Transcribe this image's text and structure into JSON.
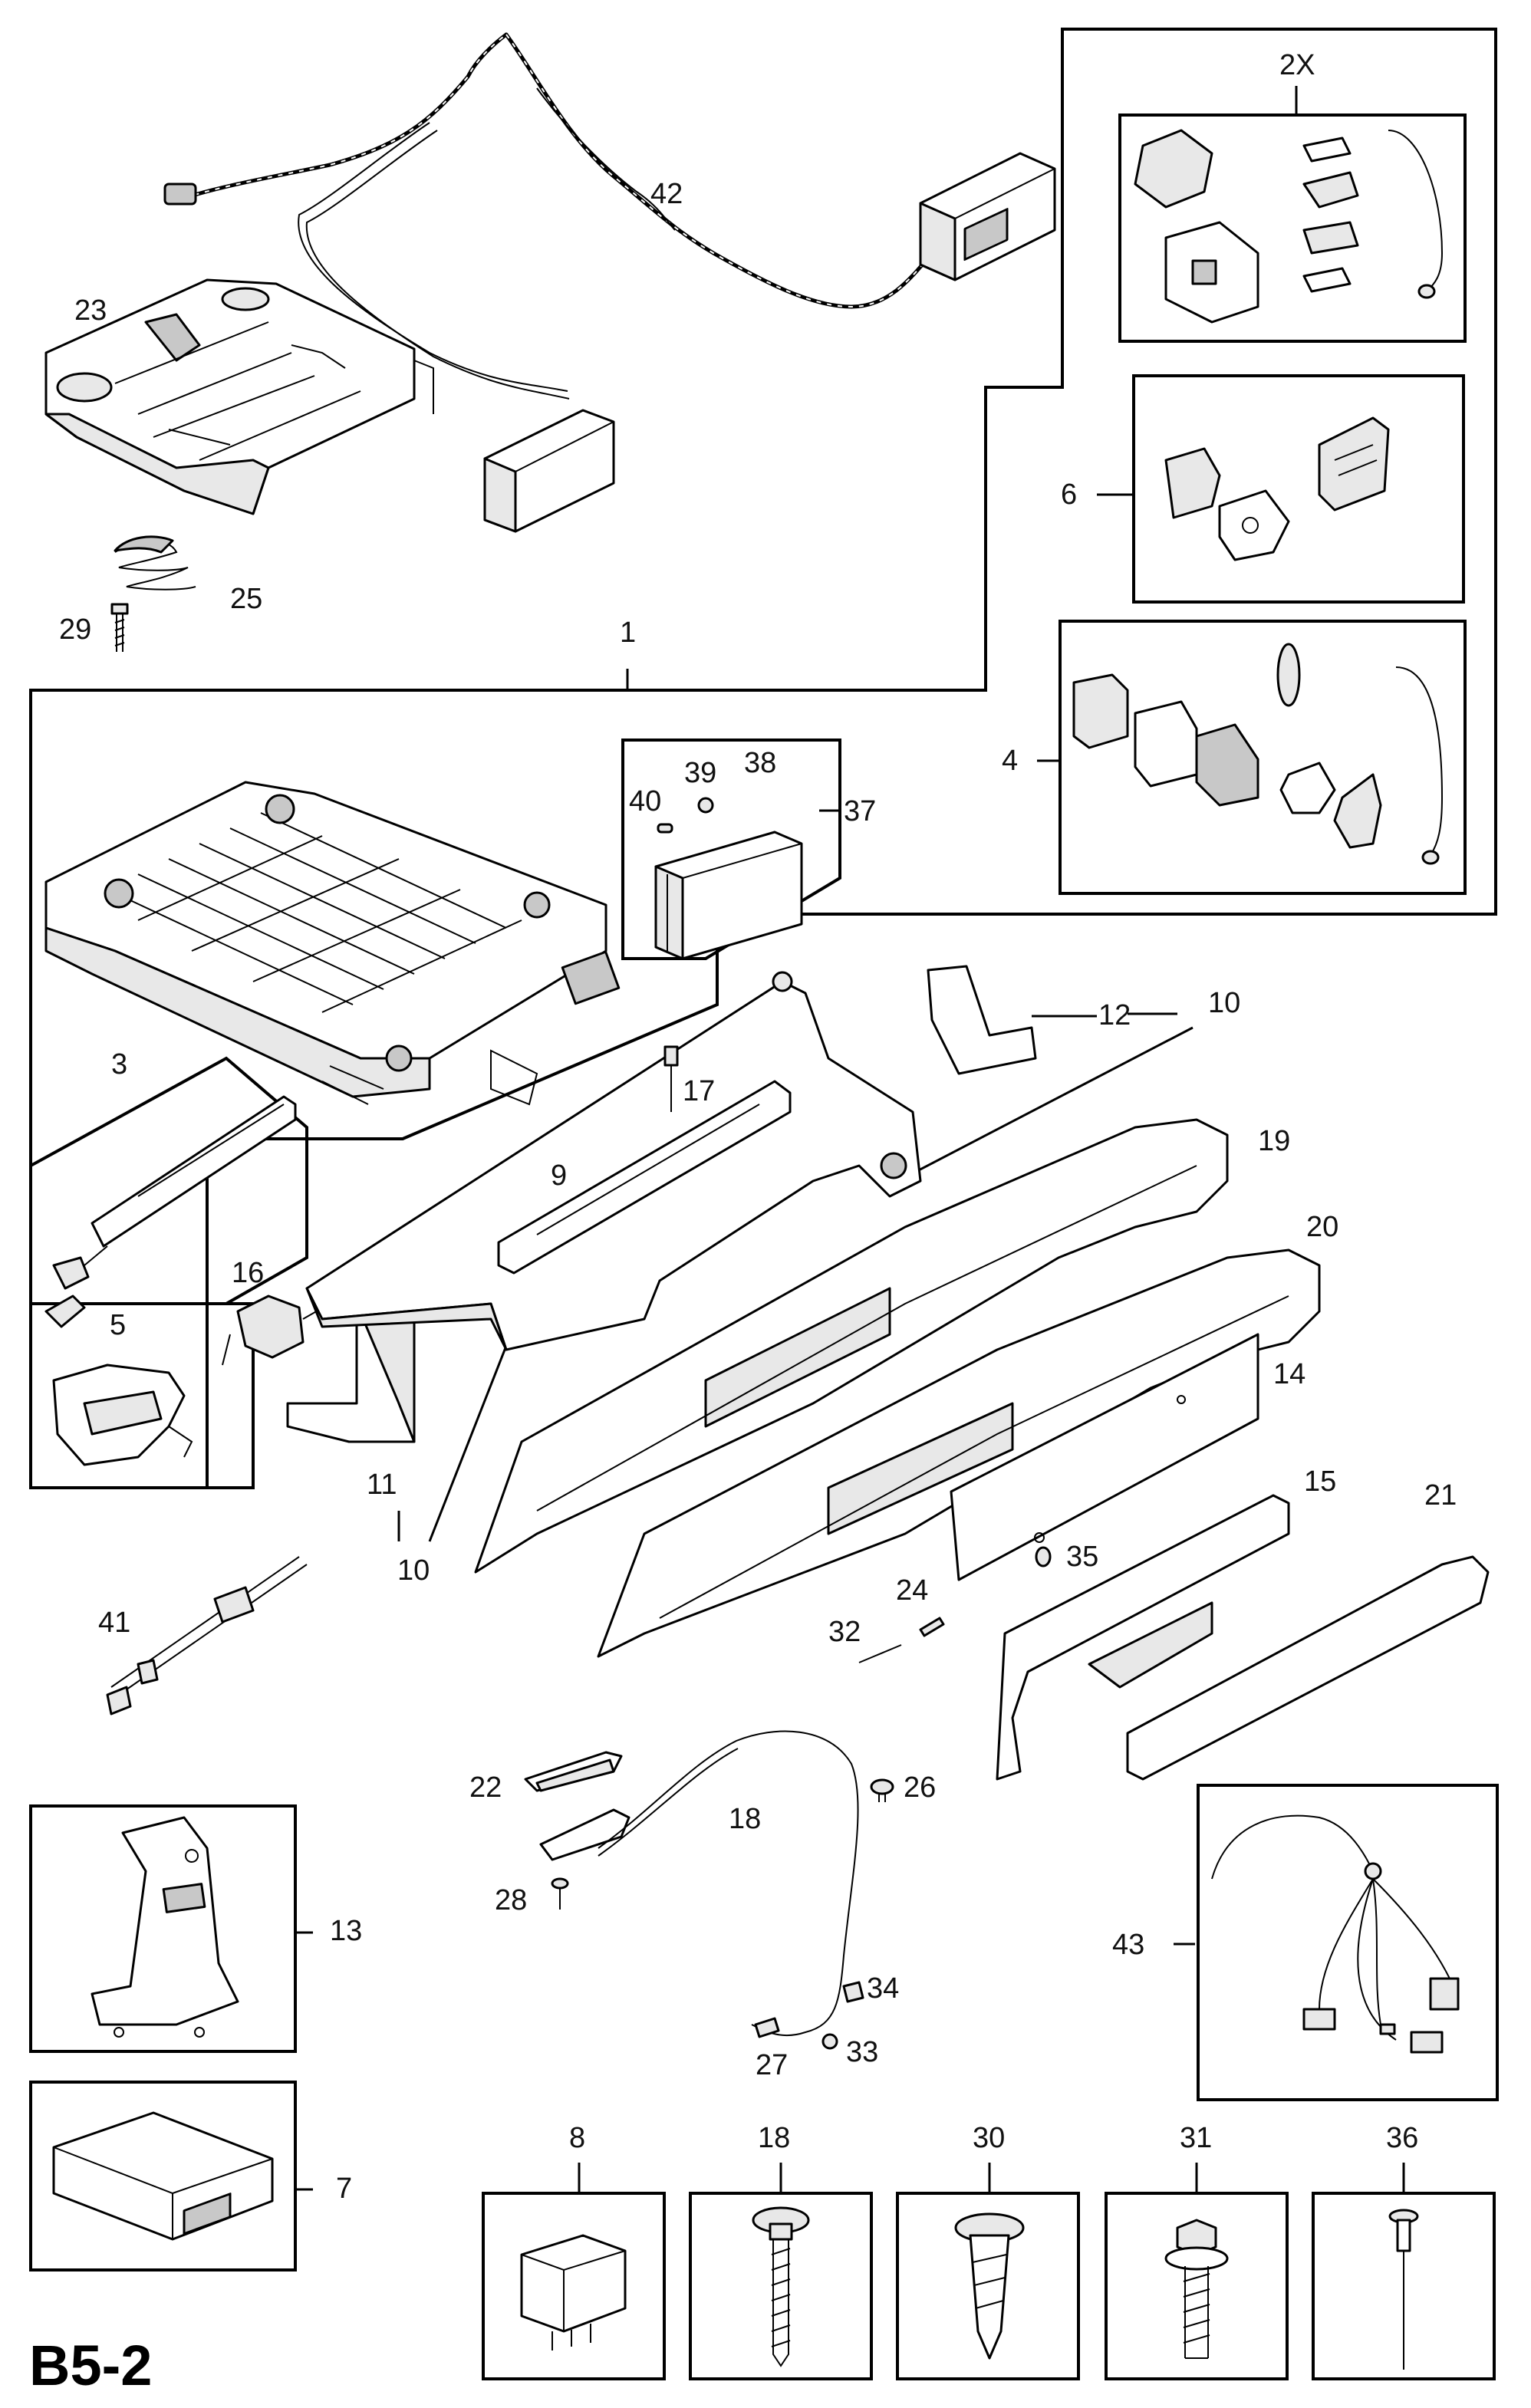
{
  "diagram": {
    "page_code": "B5-2",
    "callouts": {
      "c1": "1",
      "c2x": "2X",
      "c3": "3",
      "c4": "4",
      "c5": "5",
      "c6": "6",
      "c7": "7",
      "c8": "8",
      "c9": "9",
      "c10a": "10",
      "c10b": "10",
      "c11": "11",
      "c12": "12",
      "c13": "13",
      "c14": "14",
      "c15": "15",
      "c16": "16",
      "c17": "17",
      "c18a": "18",
      "c18b": "18",
      "c19": "19",
      "c20": "20",
      "c21": "21",
      "c22": "22",
      "c23": "23",
      "c24": "24",
      "c25": "25",
      "c26": "26",
      "c27": "27",
      "c28": "28",
      "c29": "29",
      "c30": "30",
      "c31": "31",
      "c32": "32",
      "c33": "33",
      "c34": "34",
      "c35": "35",
      "c36": "36",
      "c37": "37",
      "c38": "38",
      "c39": "39",
      "c40": "40",
      "c41": "41",
      "c42": "42",
      "c43": "43"
    }
  }
}
